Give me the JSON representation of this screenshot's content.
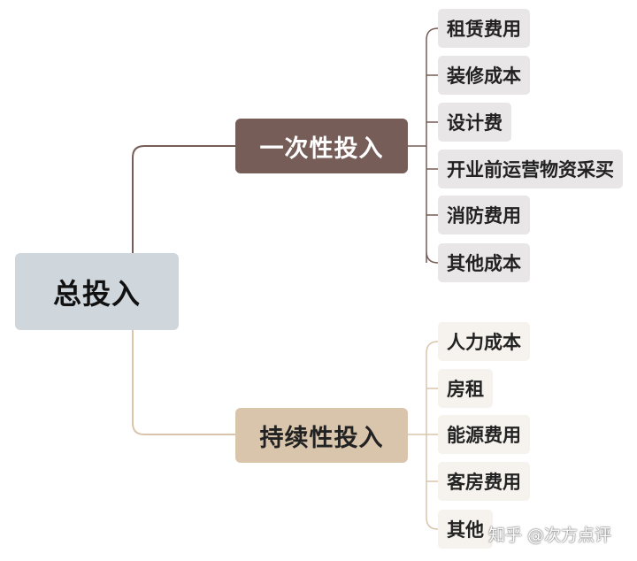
{
  "diagram": {
    "root": {
      "label": "总投入"
    },
    "branches": [
      {
        "label": "一次性投入",
        "color": "#765d58",
        "children": [
          "租赁费用",
          "装修成本",
          "设计费",
          "开业前运营物资采买",
          "消防费用",
          "其他成本"
        ]
      },
      {
        "label": "持续性投入",
        "color": "#d9c5ac",
        "children": [
          "人力成本",
          "房租",
          "能源费用",
          "客房费用",
          "其他"
        ]
      }
    ]
  },
  "watermark": "知乎 @次方点评"
}
